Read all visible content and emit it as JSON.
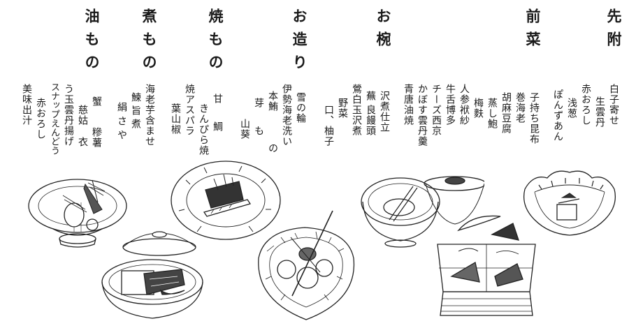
{
  "courses": [
    {
      "title": "先附",
      "items": [
        "白子寄せ",
        "生雲丹",
        "赤おろし",
        "浅葱",
        "ぽんずあん"
      ]
    },
    {
      "title": "前菜",
      "items": [
        "子持ち昆布",
        "巻海老",
        "胡麻豆腐",
        "蒸し鮑",
        "梅麩"
      ]
    },
    {
      "title": "",
      "items": [
        "人参袱紗",
        "牛舌博多",
        "チーズ西京",
        "かぼす雲丹羹",
        "青唐油焼"
      ]
    },
    {
      "title": "お椀",
      "items": [
        "沢煮仕立",
        "蕪",
        "良饅頭",
        "鶯白玉沢煮",
        "野菜",
        "口、柚子"
      ]
    },
    {
      "title": "お造り",
      "items": [
        "雪の輪",
        "伊勢海老洗い",
        "本鮪",
        "芽",
        "も",
        "の",
        "山葵"
      ]
    },
    {
      "title": "焼もの",
      "items": [
        "甘鯛",
        "きんぴら焼",
        "焼アスパラ",
        "葉山椒"
      ]
    },
    {
      "title": "煮もの",
      "items": [
        "海老芋含ませ",
        "鰊旨煮",
        "絹さや"
      ]
    },
    {
      "title": "油もの",
      "items": [
        "蟹",
        "糝薯",
        "慈姑",
        "衣",
        "う玉雲丹揚げ",
        "スナップえんどう",
        "赤おろし",
        "美味出汁"
      ]
    }
  ]
}
